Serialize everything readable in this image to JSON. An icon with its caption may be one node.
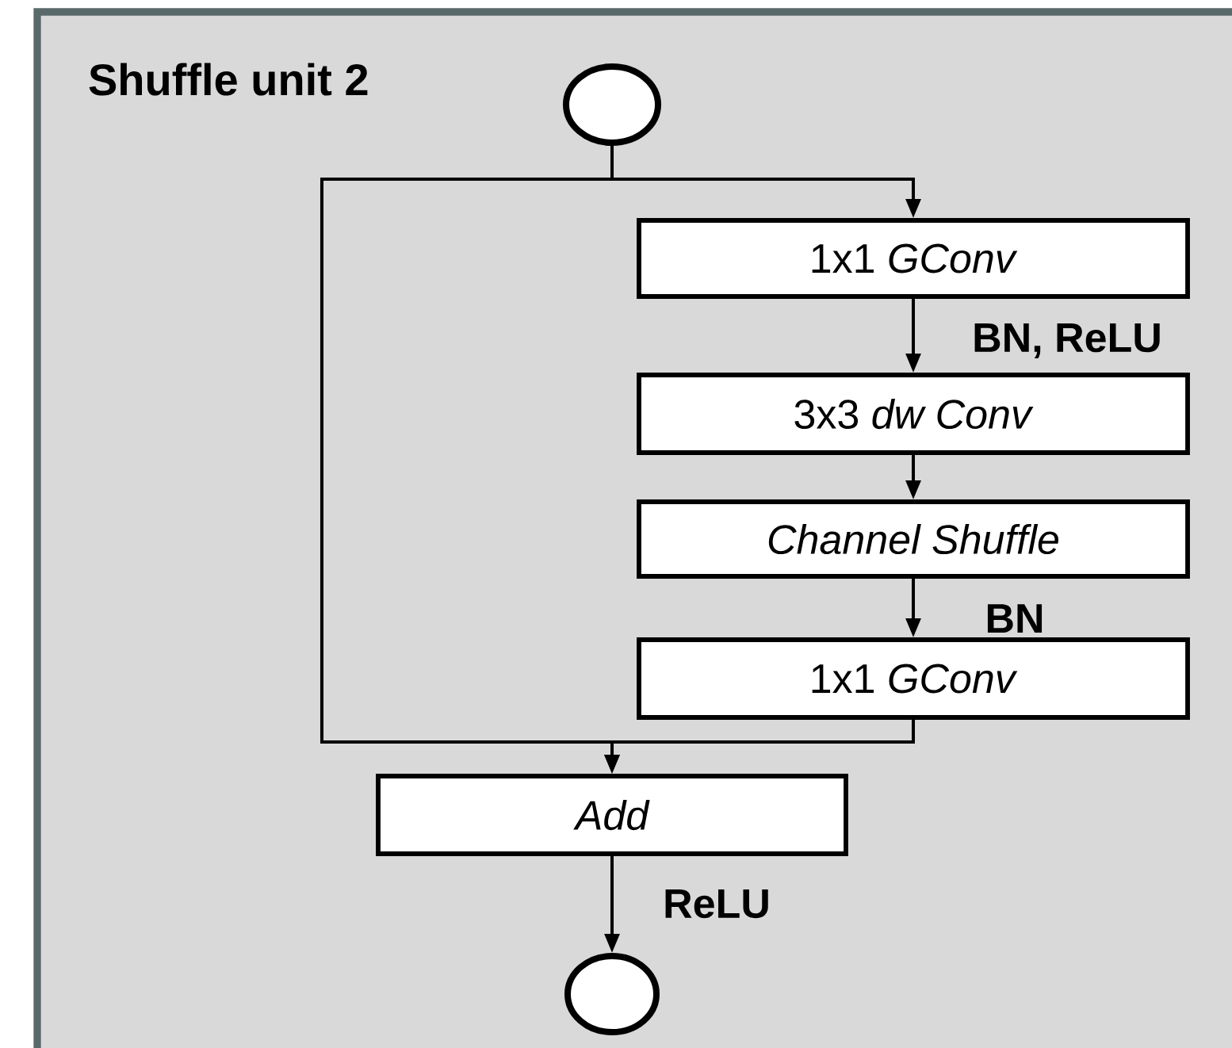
{
  "diagram": {
    "nodes": [
      {
        "text": [
          "Shuffle unit 2"
        ]
      },
      {
        "text": [],
        "shape": "circle",
        "in": 0
      },
      {
        "text": [
          "1x1 *GConv*"
        ],
        "in": 0
      },
      {
        "text": [
          "3x3 *dw Conv*"
        ],
        "in": 0
      },
      {
        "text": [
          "Channel Shuffle"
        ],
        "in": 0
      },
      {
        "text": [
          "1x1 *GConv*"
        ],
        "in": 0
      },
      {
        "text": [
          "Add"
        ],
        "in": 0
      },
      {
        "text": [],
        "shape": "circle",
        "in": 0
      }
    ],
    "edges": [
      {
        "from": 1,
        "to": 2,
        "arrow": "to"
      },
      {
        "from": 1,
        "to": 6,
        "arrow": "to"
      },
      {
        "from": 2,
        "to": 3,
        "arrow": "to",
        "label": "BN, ReLU"
      },
      {
        "from": 3,
        "to": 4,
        "arrow": "to"
      },
      {
        "from": 4,
        "to": 5,
        "arrow": "to",
        "label": "BN"
      },
      {
        "from": 5,
        "to": 6,
        "arrow": "to"
      },
      {
        "from": 6,
        "to": 7,
        "arrow": "to",
        "label": "ReLU"
      }
    ]
  }
}
